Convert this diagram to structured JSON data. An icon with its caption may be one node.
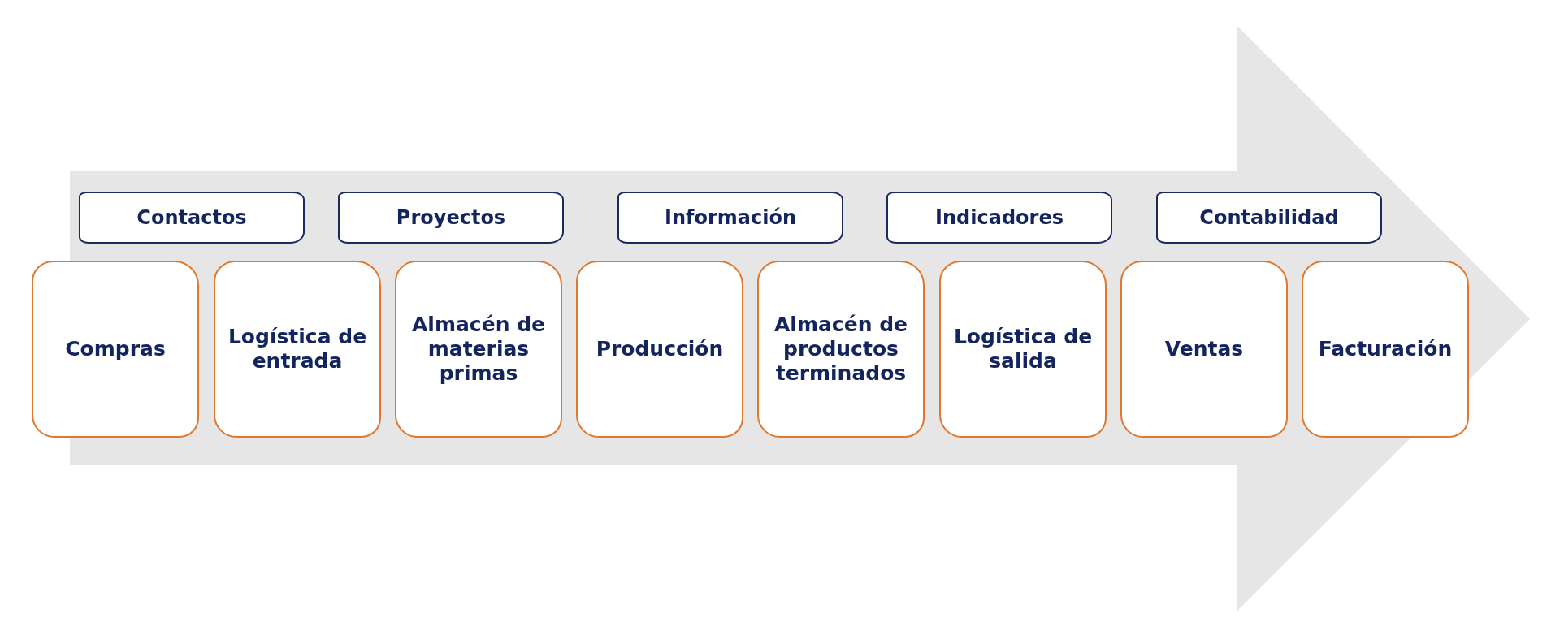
{
  "diagram": {
    "nodes": [
      {
        "text": [
          "Contactos"
        ]
      },
      {
        "text": [
          "Proyectos"
        ]
      },
      {
        "text": [
          "Información"
        ]
      },
      {
        "text": [
          "Indicadores"
        ]
      },
      {
        "text": [
          "Contabilidad"
        ]
      },
      {
        "text": [
          "Compras"
        ]
      },
      {
        "text": [
          "Logística de entrada"
        ]
      },
      {
        "text": [
          "Almacén de materias primas"
        ]
      },
      {
        "text": [
          "Producción"
        ]
      },
      {
        "text": [
          "Almacén de productos terminados"
        ]
      },
      {
        "text": [
          "Logística de salida"
        ]
      },
      {
        "text": [
          "Ventas"
        ]
      },
      {
        "text": [
          "Facturación"
        ]
      }
    ]
  }
}
